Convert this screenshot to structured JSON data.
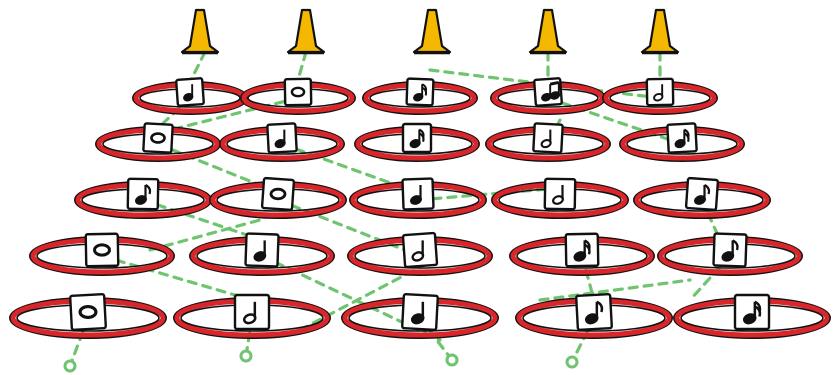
{
  "colors": {
    "ring": "#d8262b",
    "ring_outline": "#111111",
    "cone": "#f5b800",
    "dashed_path": "#6fc46f",
    "card": "#ffffff"
  },
  "cones": [
    {
      "column": 1,
      "icon": "traffic-cone-icon"
    },
    {
      "column": 2,
      "icon": "traffic-cone-icon"
    },
    {
      "column": 3,
      "icon": "traffic-cone-icon"
    },
    {
      "column": 4,
      "icon": "traffic-cone-icon"
    },
    {
      "column": 5,
      "icon": "traffic-cone-icon"
    }
  ],
  "grid": [
    [
      "quarter",
      "whole",
      "sixteenth",
      "beamed-eighth",
      "half"
    ],
    [
      "whole",
      "quarter",
      "sixteenth",
      "half",
      "sixteenth"
    ],
    [
      "eighth",
      "whole",
      "quarter",
      "half",
      "eighth"
    ],
    [
      "whole",
      "quarter",
      "half",
      "sixteenth",
      "eighth"
    ],
    [
      "whole",
      "half",
      "quarter",
      "eighth",
      "sixteenth"
    ]
  ],
  "start_markers": [
    {
      "icon": "start-marker-icon"
    },
    {
      "icon": "start-marker-icon"
    },
    {
      "icon": "start-marker-icon"
    },
    {
      "icon": "start-marker-icon"
    }
  ]
}
